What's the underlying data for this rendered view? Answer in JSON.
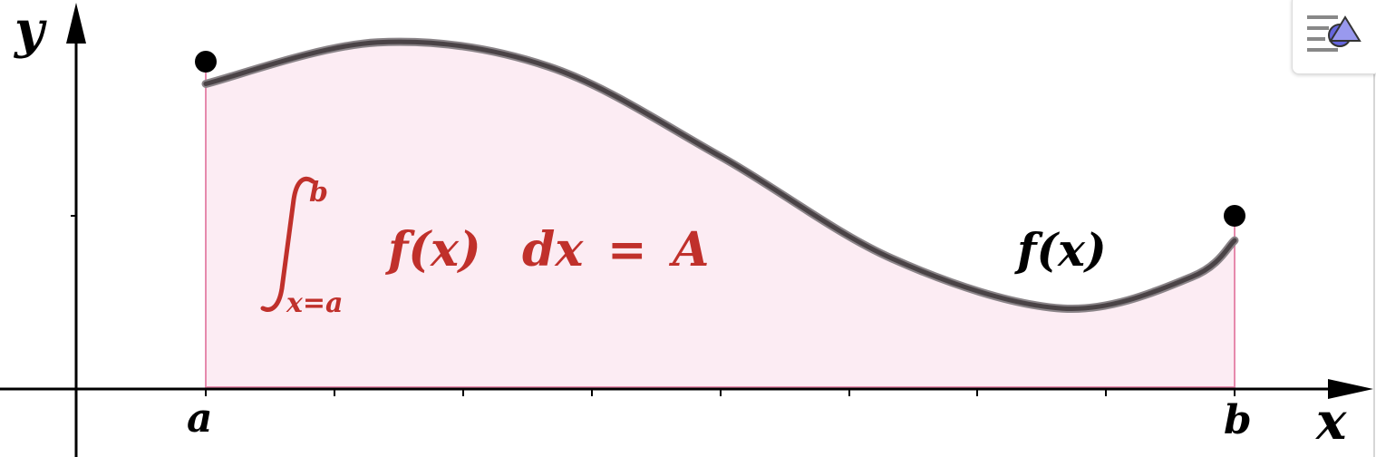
{
  "diagram": {
    "axes": {
      "x_label": "x",
      "y_label": "y"
    },
    "limits": {
      "lower": "a",
      "upper": "b"
    },
    "integral": {
      "lower_expr": "x=a",
      "upper": "b",
      "integrand": "f(x)",
      "differential": "dx",
      "equals": "=",
      "result": "A"
    },
    "function_label": "f(x)",
    "colors": {
      "fill": "#fcecf3",
      "boundary": "#e68aad",
      "curve": "#4a4346",
      "label": "#c0302b",
      "axis": "#000000"
    },
    "curve_points": [
      [
        0.0,
        0.758
      ],
      [
        0.167,
        0.861
      ],
      [
        0.333,
        0.801
      ],
      [
        0.5,
        0.578
      ],
      [
        0.667,
        0.324
      ],
      [
        0.833,
        0.2
      ],
      [
        0.958,
        0.278
      ],
      [
        1.0,
        0.369
      ]
    ]
  },
  "toolbar": {
    "style_bar_icon": "style-bar-icon"
  }
}
